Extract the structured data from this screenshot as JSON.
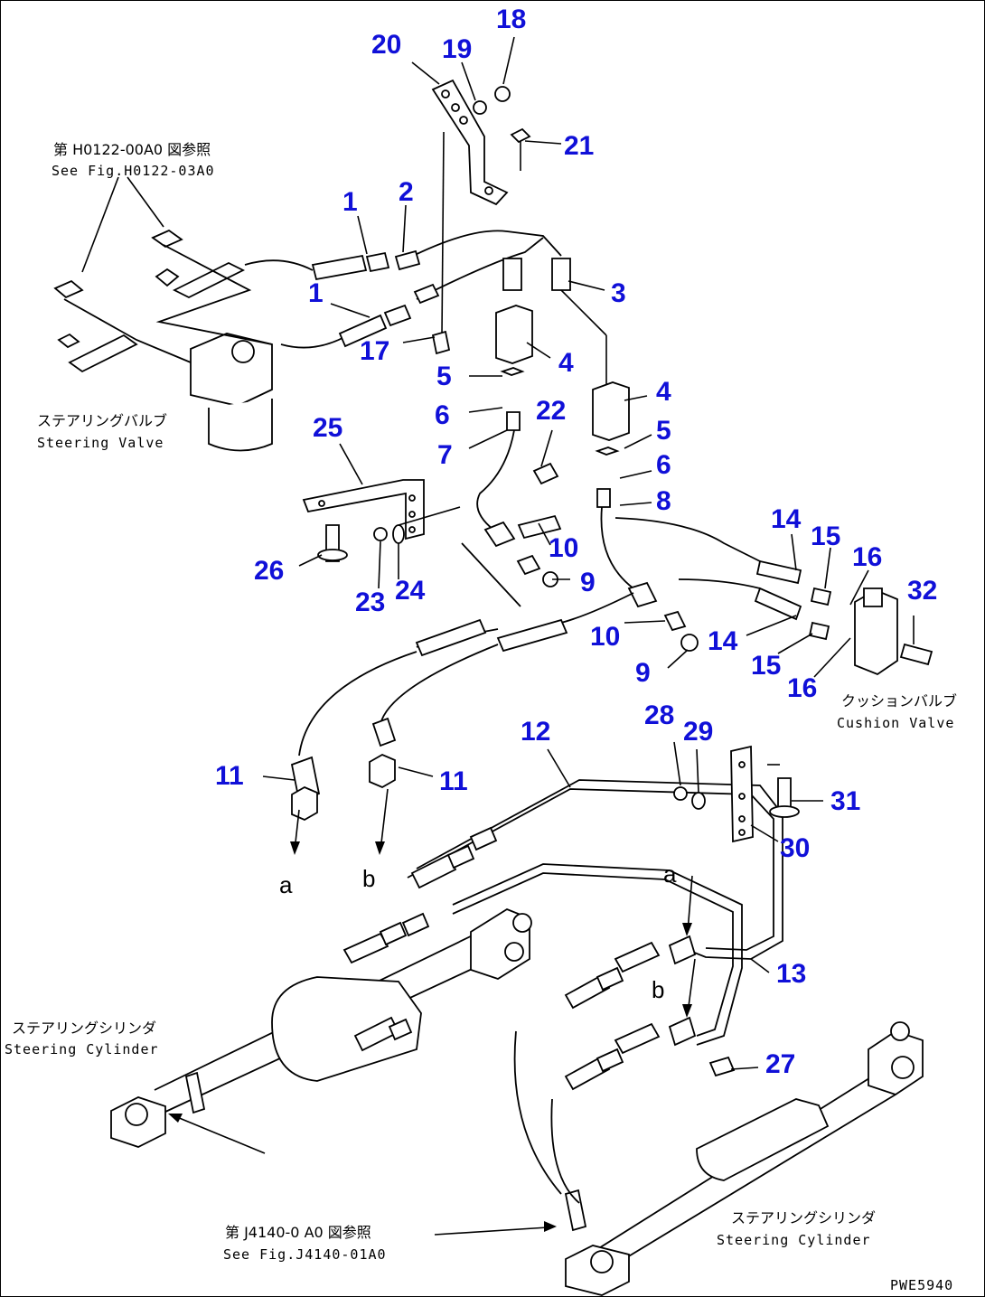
{
  "callouts": [
    {
      "id": "c18",
      "text": "18"
    },
    {
      "id": "c19",
      "text": "19"
    },
    {
      "id": "c20",
      "text": "20"
    },
    {
      "id": "c21",
      "text": "21"
    },
    {
      "id": "c1a",
      "text": "1"
    },
    {
      "id": "c2",
      "text": "2"
    },
    {
      "id": "c1b",
      "text": "1"
    },
    {
      "id": "c3",
      "text": "3"
    },
    {
      "id": "c17",
      "text": "17"
    },
    {
      "id": "c4a",
      "text": "4"
    },
    {
      "id": "c5a",
      "text": "5"
    },
    {
      "id": "c4b",
      "text": "4"
    },
    {
      "id": "c6a",
      "text": "6"
    },
    {
      "id": "c22",
      "text": "22"
    },
    {
      "id": "c5b",
      "text": "5"
    },
    {
      "id": "c25",
      "text": "25"
    },
    {
      "id": "c7",
      "text": "7"
    },
    {
      "id": "c6b",
      "text": "6"
    },
    {
      "id": "c8",
      "text": "8"
    },
    {
      "id": "c14a",
      "text": "14"
    },
    {
      "id": "c15a",
      "text": "15"
    },
    {
      "id": "c16a",
      "text": "16"
    },
    {
      "id": "c32",
      "text": "32"
    },
    {
      "id": "c10a",
      "text": "10"
    },
    {
      "id": "c26",
      "text": "26"
    },
    {
      "id": "c9a",
      "text": "9"
    },
    {
      "id": "c24",
      "text": "24"
    },
    {
      "id": "c23",
      "text": "23"
    },
    {
      "id": "c10b",
      "text": "10"
    },
    {
      "id": "c14b",
      "text": "14"
    },
    {
      "id": "c15b",
      "text": "15"
    },
    {
      "id": "c9b",
      "text": "9"
    },
    {
      "id": "c16b",
      "text": "16"
    },
    {
      "id": "c28",
      "text": "28"
    },
    {
      "id": "c12",
      "text": "12"
    },
    {
      "id": "c29",
      "text": "29"
    },
    {
      "id": "c11a",
      "text": "11"
    },
    {
      "id": "c11b",
      "text": "11"
    },
    {
      "id": "c31",
      "text": "31"
    },
    {
      "id": "c30",
      "text": "30"
    },
    {
      "id": "c13",
      "text": "13"
    },
    {
      "id": "c27",
      "text": "27"
    }
  ],
  "letters": {
    "a1": "a",
    "b1": "b",
    "a2": "a",
    "b2": "b"
  },
  "labels": {
    "ref1_jp": "第 H0122-00A0 図参照",
    "ref1_en": "See Fig.H0122-03A0",
    "steering_valve_jp": "ステアリングバルブ",
    "steering_valve_en": "Steering Valve",
    "cushion_valve_jp": "クッションバルブ",
    "cushion_valve_en": "Cushion Valve",
    "steering_cyl_left_jp": "ステアリングシリンダ",
    "steering_cyl_left_en": "Steering Cylinder",
    "steering_cyl_right_jp": "ステアリングシリンダ",
    "steering_cyl_right_en": "Steering Cylinder",
    "ref2_jp": "第 J4140-0 A0 図参照",
    "ref2_en": "See Fig.J4140-01A0",
    "drawing_code": "PWE5940"
  }
}
